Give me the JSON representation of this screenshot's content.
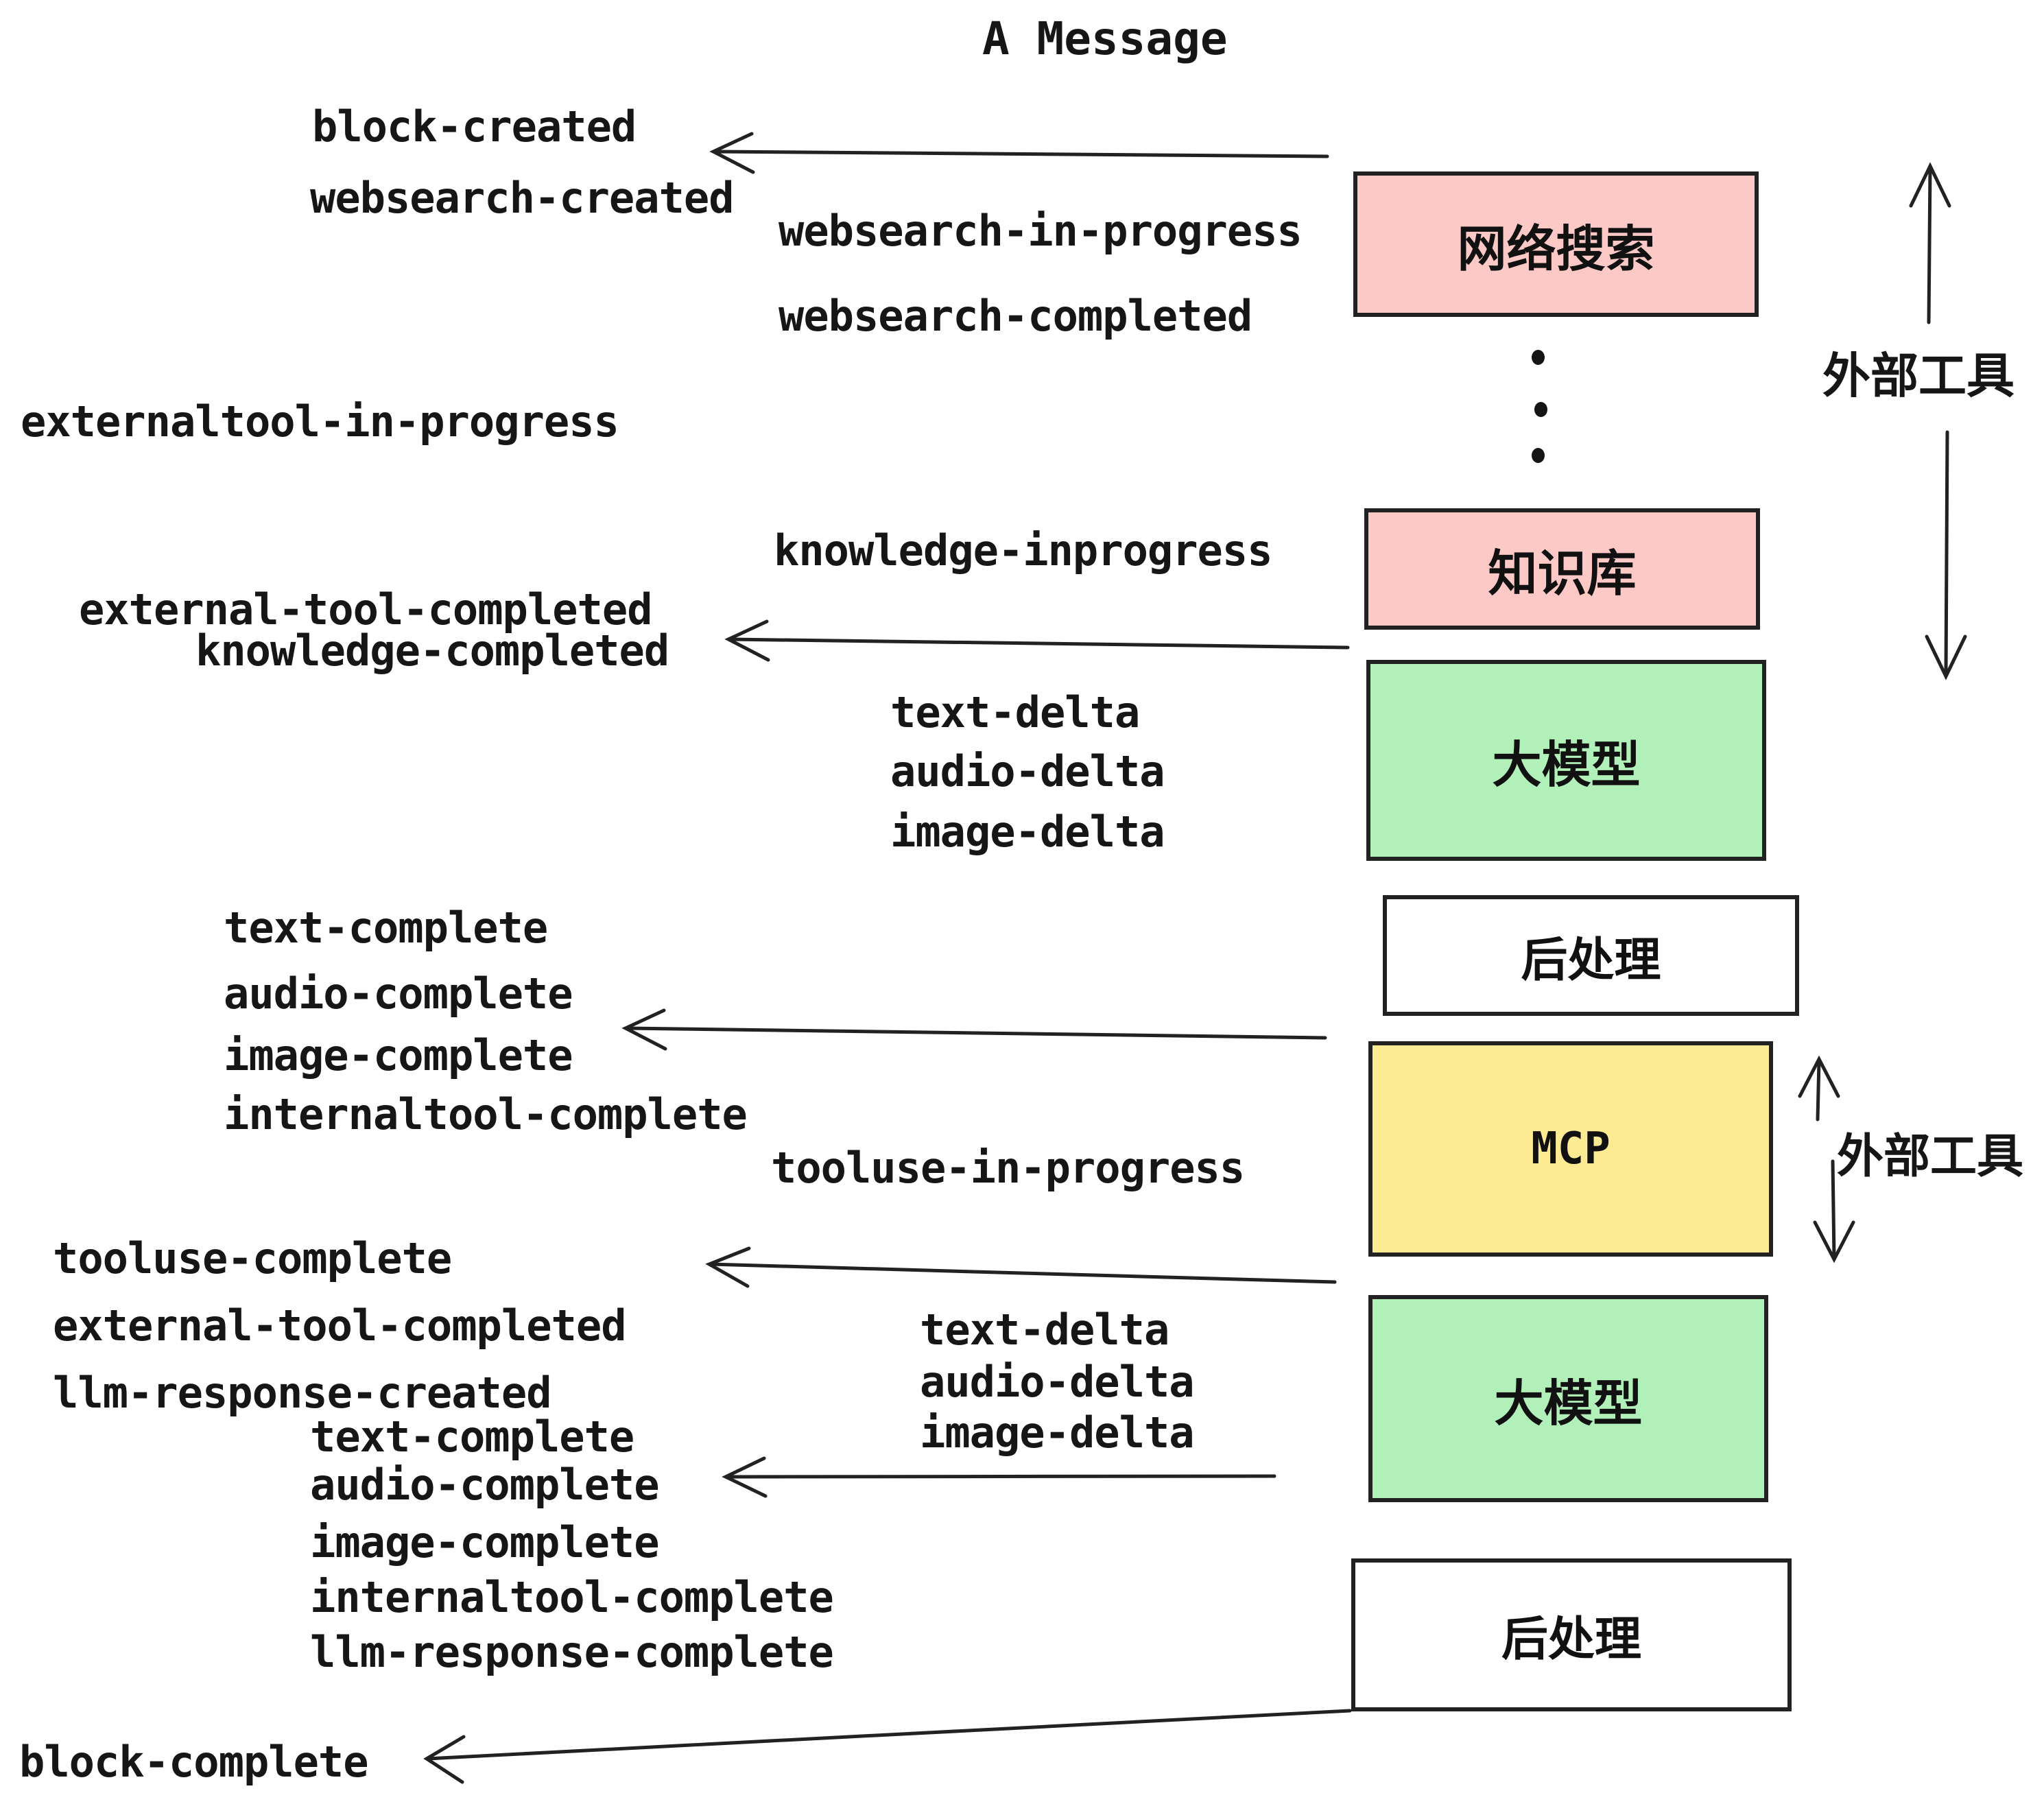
{
  "title": "A Message",
  "colors": {
    "pink": "#FDC9C6",
    "green": "#B2F0BA",
    "yellow": "#FDEB94",
    "white": "#FFFFFF",
    "stroke": "#222222"
  },
  "boxes": {
    "websearch": {
      "label": "网络搜索",
      "color": "#FDC9C6"
    },
    "knowledge": {
      "label": "知识库",
      "color": "#FDC9C6"
    },
    "llm1": {
      "label": "大模型",
      "color": "#B2F0BA"
    },
    "post1": {
      "label": "后处理",
      "color": "#FFFFFF"
    },
    "mcp": {
      "label": "MCP",
      "color": "#FDEB94"
    },
    "llm2": {
      "label": "大模型",
      "color": "#B2F0BA"
    },
    "post2": {
      "label": "后处理",
      "color": "#FFFFFF"
    }
  },
  "side_labels": {
    "external_tools_1": "外部工具",
    "external_tools_2": "外部工具"
  },
  "events": {
    "block_created": "block-created",
    "websearch_created": "websearch-created",
    "websearch_in_progress": "websearch-in-progress",
    "websearch_completed": "websearch-completed",
    "externaltool_in_progress": "externaltool-in-progress",
    "knowledge_inprogress": "knowledge-inprogress",
    "external_tool_completed_1": "external-tool-completed",
    "knowledge_completed": "knowledge-completed",
    "text_delta_1": "text-delta",
    "audio_delta_1": "audio-delta",
    "image_delta_1": "image-delta",
    "text_complete_1": "text-complete",
    "audio_complete_1": "audio-complete",
    "image_complete_1": "image-complete",
    "internaltool_complete_1": "internaltool-complete",
    "tooluse_in_progress": "tooluse-in-progress",
    "tooluse_complete": "tooluse-complete",
    "external_tool_completed_2": "external-tool-completed",
    "llm_response_created": "llm-response-created",
    "text_delta_2": "text-delta",
    "audio_delta_2": "audio-delta",
    "image_delta_2": "image-delta",
    "text_complete_2": "text-complete",
    "audio_complete_2": "audio-complete",
    "image_complete_2": "image-complete",
    "internaltool_complete_2": "internaltool-complete",
    "llm_response_complete": "llm-response-complete",
    "block_complete": "block-complete"
  }
}
